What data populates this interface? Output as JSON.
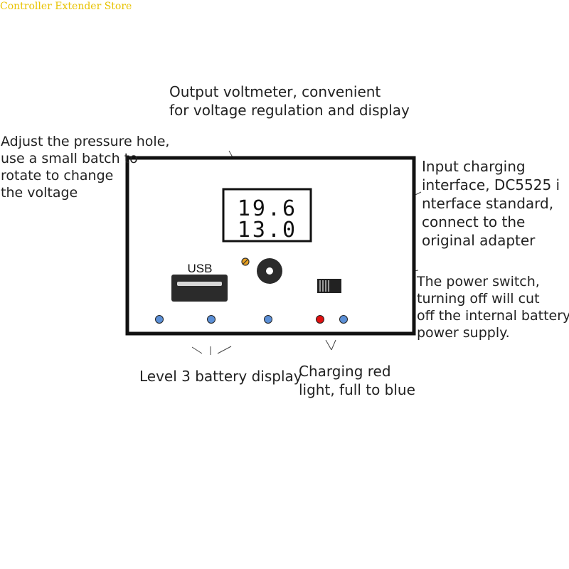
{
  "watermark": "Controller Extender Store",
  "callouts": {
    "voltmeter": [
      "Output voltmeter, convenient",
      "for voltage regulation and display"
    ],
    "pressure_hole": [
      "Adjust the pressure hole,",
      "use a small batch to",
      "rotate to change",
      "the voltage"
    ],
    "input_charging": [
      "Input charging",
      "interface, DC5525 i",
      "nterface standard,",
      "connect to the",
      "original adapter"
    ],
    "power_switch": [
      "The power switch,",
      "turning off will cut",
      "off the internal battery",
      "power supply."
    ],
    "battery_display": [
      "Level 3 battery display"
    ],
    "charging_light": [
      "Charging red",
      "light, full to blue"
    ]
  },
  "device": {
    "usb_label": "USB",
    "display_top": "19.6",
    "display_bottom": "13.0"
  },
  "colors": {
    "watermark": "#e8c200",
    "indicator_blue": "#5b8fd6",
    "indicator_red": "#e01010",
    "knob_orange": "#e8a020",
    "frame": "#111111"
  }
}
